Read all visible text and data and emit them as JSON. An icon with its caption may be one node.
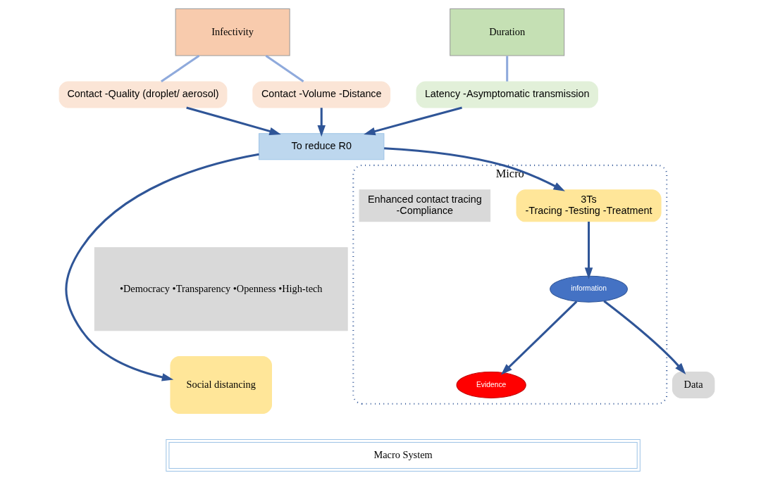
{
  "diagram": {
    "nodes": [
      {
        "text": [
          "Infectivity"
        ]
      },
      {
        "text": [
          "Duration"
        ]
      },
      {
        "text": [
          "Contact -Volume -Distance"
        ]
      },
      {
        "text": [
          "Contact -Quality (droplet/ aerosol)"
        ]
      },
      {
        "text": [
          "Latency -Asymptomatic transmission"
        ]
      },
      {
        "text": [
          "To reduce R0"
        ]
      },
      {
        "text": [
          "Social distancing"
        ]
      },
      {
        "text": [
          "Data"
        ]
      },
      {
        "text": [
          "Micro"
        ]
      },
      {
        "text": [
          "3Ts",
          "-Tracing -Testing -Treatment"
        ],
        "in": 8
      },
      {
        "text": [
          "information"
        ],
        "in": 8
      },
      {
        "text": [
          "Evidence"
        ],
        "in": 8
      },
      {
        "text": [
          "Enhanced contact tracing",
          "-Compliance"
        ],
        "in": 8
      },
      {
        "text": [
          "•Democracy •Transparency •Openness •High-tech"
        ]
      },
      {
        "text": [
          "Macro System"
        ]
      }
    ],
    "edges": [
      {
        "from": 0,
        "to": 2,
        "arrow": "none",
        "color": "#8faadc"
      },
      {
        "from": 0,
        "to": 3,
        "arrow": "none",
        "color": "#8faadc"
      },
      {
        "from": 1,
        "to": 4,
        "arrow": "none",
        "color": "#8faadc"
      },
      {
        "from": 2,
        "to": 5,
        "arrow": "to"
      },
      {
        "from": 3,
        "to": 5,
        "arrow": "to"
      },
      {
        "from": 4,
        "to": 5,
        "arrow": "to"
      },
      {
        "from": 5,
        "to": 6,
        "arrow": "to"
      },
      {
        "from": 5,
        "to": 9,
        "arrow": "to"
      },
      {
        "from": 9,
        "to": 10,
        "arrow": "to"
      },
      {
        "from": 10,
        "to": 11,
        "arrow": "to"
      },
      {
        "from": 10,
        "to": 7,
        "arrow": "to"
      }
    ]
  }
}
